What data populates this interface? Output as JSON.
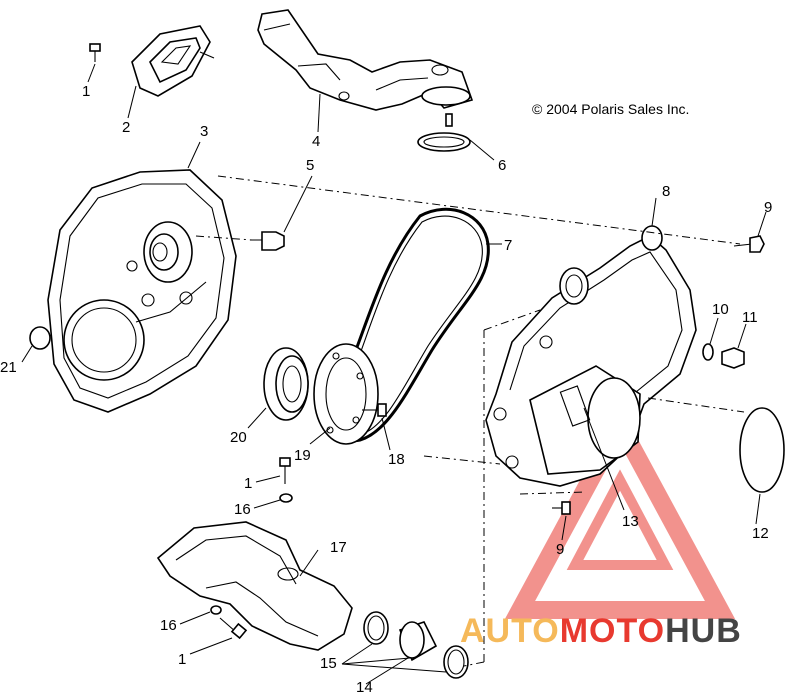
{
  "copyright": "© 2004 Polaris Sales Inc.",
  "watermark": {
    "part1": "AUTO",
    "part2": "MOTO",
    "part3": "HUB",
    "color_light": "#f5b95a",
    "color_red": "#e8392f",
    "color_dark": "#444444"
  },
  "callouts": {
    "c1a": "1",
    "c2": "2",
    "c3": "3",
    "c4": "4",
    "c5": "5",
    "c6": "6",
    "c7": "7",
    "c8": "8",
    "c9a": "9",
    "c10": "10",
    "c11": "11",
    "c21": "21",
    "c20": "20",
    "c19": "19",
    "c18": "18",
    "c13": "13",
    "c9b": "9",
    "c12": "12",
    "c1b": "1",
    "c16a": "16",
    "c17": "17",
    "c16b": "16",
    "c1c": "1",
    "c15": "15",
    "c14": "14"
  }
}
